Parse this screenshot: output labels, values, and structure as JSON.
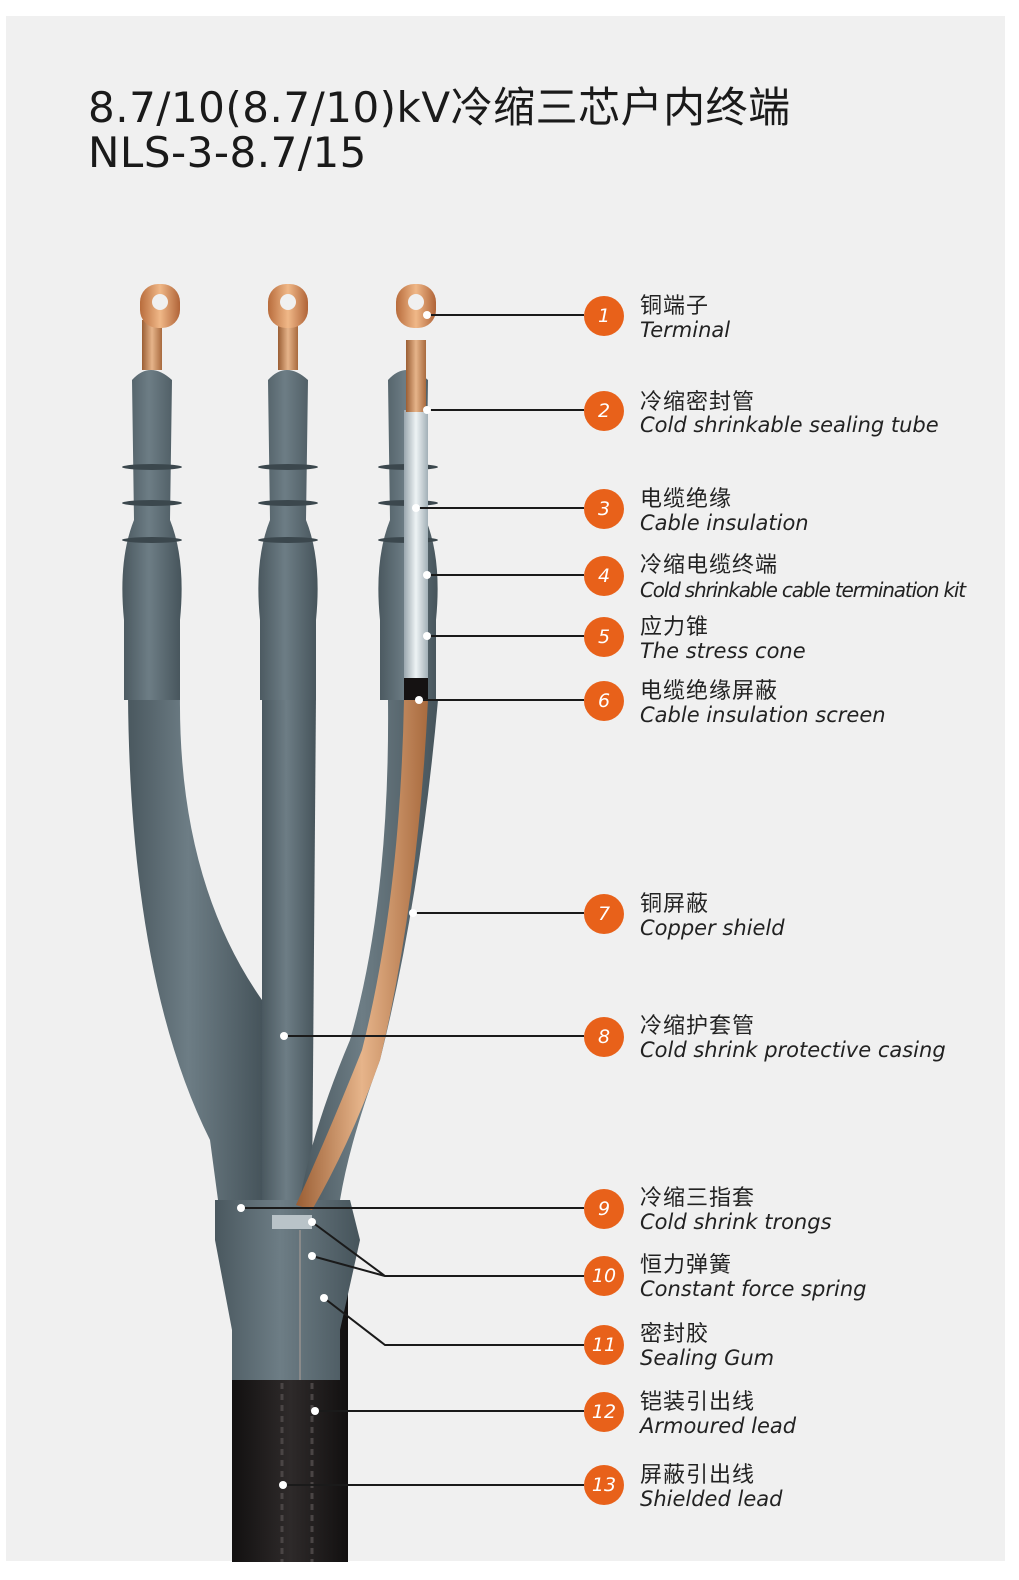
{
  "title": {
    "line1": "8.7/10(8.7/10)kV冷缩三芯户内终端",
    "line2": "NLS-3-8.7/15"
  },
  "colors": {
    "accent": "#e8611a",
    "background": "#f0f0f0",
    "rubber": "#5a6a72",
    "copper": "#c9885a",
    "sheath": "#1e1b1b"
  },
  "callouts": [
    {
      "num": "1",
      "zh": "铜端子",
      "en": "Terminal"
    },
    {
      "num": "2",
      "zh": "冷缩密封管",
      "en": "Cold shrinkable sealing tube"
    },
    {
      "num": "3",
      "zh": "电缆绝缘",
      "en": "Cable insulation"
    },
    {
      "num": "4",
      "zh": "冷缩电缆终端",
      "en": "Cold shrinkable cable termination kit"
    },
    {
      "num": "5",
      "zh": "应力锥",
      "en": "The stress cone"
    },
    {
      "num": "6",
      "zh": "电缆绝缘屏蔽",
      "en": "Cable insulation screen"
    },
    {
      "num": "7",
      "zh": "铜屏蔽",
      "en": "Copper shield"
    },
    {
      "num": "8",
      "zh": "冷缩护套管",
      "en": "Cold shrink protective casing"
    },
    {
      "num": "9",
      "zh": "冷缩三指套",
      "en": "Cold shrink trongs"
    },
    {
      "num": "10",
      "zh": "恒力弹簧",
      "en": "Constant force spring"
    },
    {
      "num": "11",
      "zh": "密封胶",
      "en": "Sealing Gum"
    },
    {
      "num": "12",
      "zh": "铠装引出线",
      "en": "Armoured lead"
    },
    {
      "num": "13",
      "zh": "屏蔽引出线",
      "en": "Shielded lead"
    }
  ]
}
